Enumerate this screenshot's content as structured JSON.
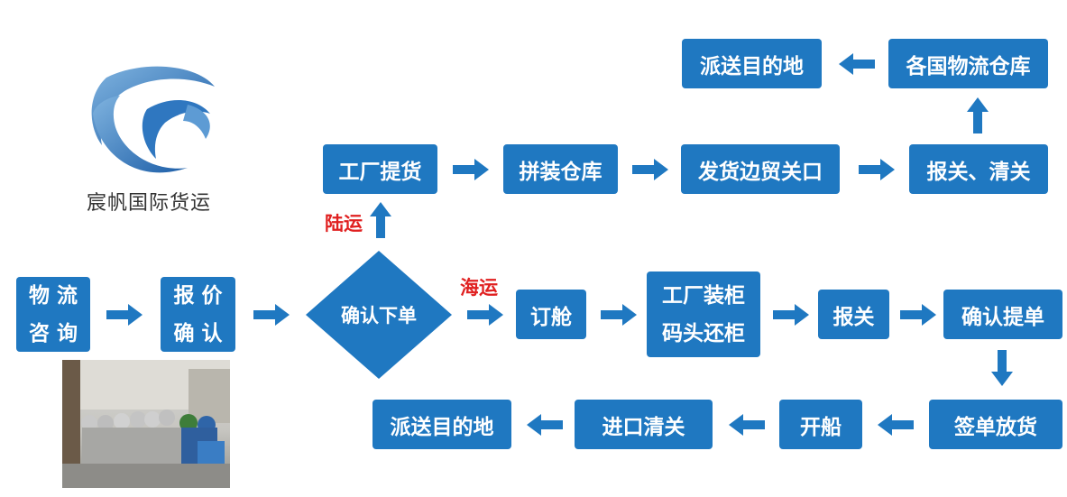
{
  "logo": {
    "company_name": "宸帆国际货运",
    "icon": "sail-swoosh-logo-icon"
  },
  "start": {
    "consult_line1": "物 流",
    "consult_line2": "咨 询",
    "quote_line1": "报 价",
    "quote_line2": "确 认"
  },
  "decision": {
    "label": "确认下单"
  },
  "routes": {
    "land_label": "陆运",
    "sea_label": "海运"
  },
  "land_route": {
    "step1": "工厂提货",
    "step2": "拼装仓库",
    "step3": "发货边贸关口",
    "step4": "报关、清关",
    "step5": "各国物流仓库",
    "step6": "派送目的地"
  },
  "sea_route": {
    "book": "订舱",
    "load_line1": "工厂装柜",
    "load_line2": "码头还柜",
    "declare": "报关",
    "bl_confirm": "确认提单",
    "release": "签单放货",
    "sail": "开船",
    "import_clear": "进口清关",
    "deliver": "派送目的地"
  },
  "colors": {
    "box": "#1f78c1",
    "arrow": "#1f78c1",
    "route_label": "#e02020",
    "diamond": "#1f78c1"
  }
}
